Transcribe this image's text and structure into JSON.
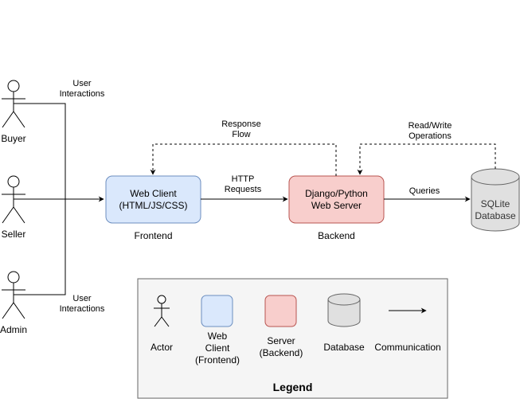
{
  "actors": [
    {
      "id": "buyer",
      "label": "Buyer"
    },
    {
      "id": "seller",
      "label": "Seller"
    },
    {
      "id": "admin",
      "label": "Admin"
    }
  ],
  "nodes": {
    "web_client": {
      "line1": "Web Client",
      "line2": "(HTML/JS/CSS)",
      "caption": "Frontend"
    },
    "server": {
      "line1": "Django/Python",
      "line2": "Web Server",
      "caption": "Backend"
    },
    "database": {
      "line1": "SQLite",
      "line2": "Database"
    }
  },
  "edges": {
    "user_interactions_top": {
      "line1": "User",
      "line2": "Interactions"
    },
    "user_interactions_bottom": {
      "line1": "User",
      "line2": "Interactions"
    },
    "http_requests": {
      "line1": "HTTP",
      "line2": "Requests"
    },
    "queries": {
      "line1": "Queries"
    },
    "response_flow": {
      "line1": "Response",
      "line2": "Flow"
    },
    "read_write": {
      "line1": "Read/Write",
      "line2": "Operations"
    }
  },
  "legend": {
    "title": "Legend",
    "items": {
      "actor": "Actor",
      "web_client": {
        "line1": "Web",
        "line2": "Client",
        "line3": "(Frontend)"
      },
      "server": {
        "line1": "Server",
        "line2": "(Backend)"
      },
      "database": "Database",
      "communication": "Communication"
    }
  },
  "colors": {
    "web_client_fill": "#dae8fc",
    "web_client_stroke": "#6c8ebf",
    "server_fill": "#f8cecc",
    "server_stroke": "#b85450",
    "database_fill": "#e0e0e0",
    "database_stroke": "#666666",
    "legend_fill": "#f5f5f5",
    "legend_stroke": "#666666"
  }
}
